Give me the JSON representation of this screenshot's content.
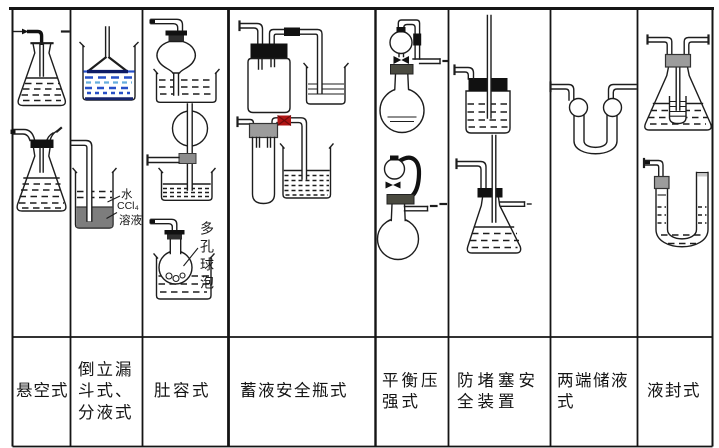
{
  "table": {
    "columns": [
      {
        "id": "xuankong",
        "label": "悬空式",
        "label_lines": [
          "悬空式"
        ]
      },
      {
        "id": "daoli",
        "label": "倒立漏斗式、分液式",
        "label_lines": [
          "倒立漏",
          "斗式、",
          "分液式"
        ]
      },
      {
        "id": "durong",
        "label": "肚容式",
        "label_lines": [
          "肚容式"
        ]
      },
      {
        "id": "xuye",
        "label": "蓄液安全瓶式",
        "label_lines": [
          "蓄液安全瓶式"
        ]
      },
      {
        "id": "pingheng",
        "label": "平衡压强式",
        "label_lines": [
          "平衡压",
          "强式"
        ]
      },
      {
        "id": "fangdusai",
        "label": "防堵塞安全装置",
        "label_lines": [
          "防堵塞安",
          "全装置"
        ]
      },
      {
        "id": "liangduan",
        "label": "两端储液式",
        "label_lines": [
          "两端储液",
          "式"
        ]
      },
      {
        "id": "yefeng",
        "label": "液封式",
        "label_lines": [
          "液封式"
        ]
      }
    ]
  },
  "annotations": {
    "water": "水",
    "ccl4": "CCl₄",
    "solution": "溶液",
    "porous_bulb": "多孔球泡"
  },
  "colors": {
    "line": "#1d1d1d",
    "blue_liquid": "#2750c8",
    "blue_liquid_light": "#66aede",
    "funnel_rim_navy": "#0d1b66",
    "ccl4_layer": "#7d7d7d",
    "red_connector": "#b01414",
    "stopper_gray": "#9c9c9c",
    "stopper_dark_olive": "#4a4a40",
    "cap_black": "#111111"
  }
}
